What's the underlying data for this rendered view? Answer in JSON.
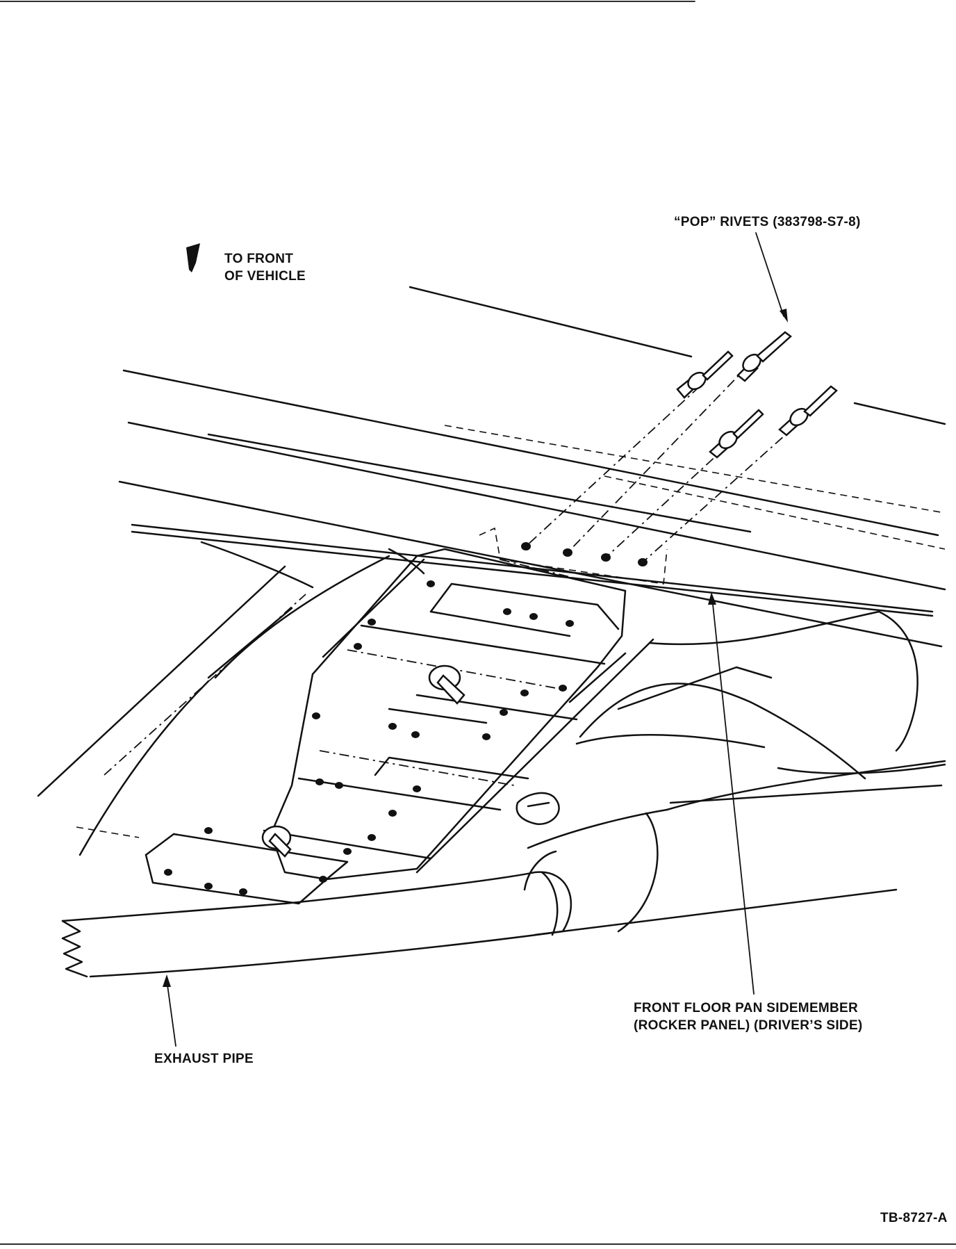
{
  "labels": {
    "pop_rivets": "“POP” RIVETS (383798-S7-8)",
    "front_line1": "TO FRONT",
    "front_line2": "OF VEHICLE",
    "sidemember_line1": "FRONT FLOOR PAN SIDEMEMBER",
    "sidemember_line2": "(ROCKER PANEL) (DRIVER’S SIDE)",
    "exhaust_pipe": "EXHAUST PIPE",
    "figure_id": "TB-8727-A"
  }
}
